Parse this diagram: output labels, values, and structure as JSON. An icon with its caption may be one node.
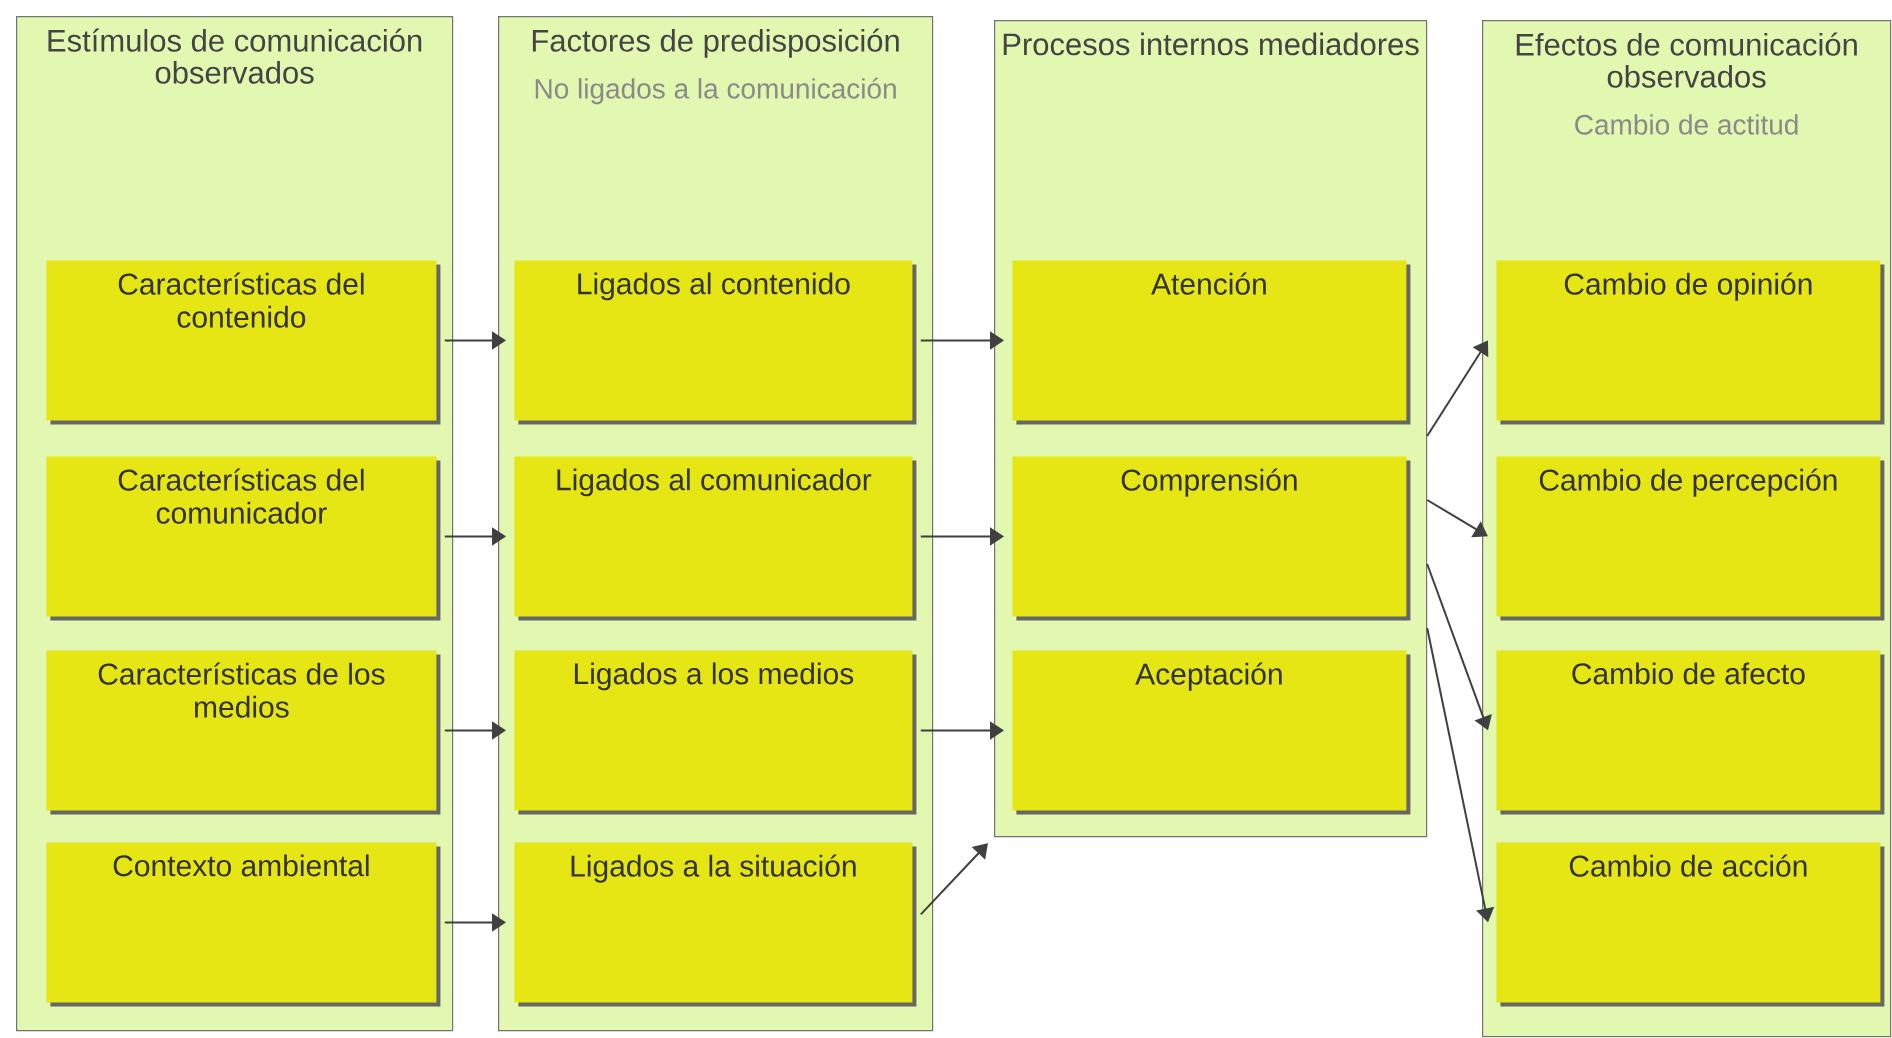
{
  "diagram": {
    "nodes": [
      {
        "text": [
          "Estímulos de comunicación observados"
        ]
      },
      {
        "text": [
          "Características del contenido"
        ],
        "in": 0
      },
      {
        "text": [
          "Características del comunicador"
        ],
        "in": 0
      },
      {
        "text": [
          "Características de los medios"
        ],
        "in": 0
      },
      {
        "text": [
          "Contexto ambiental"
        ],
        "in": 0
      },
      {
        "text": [
          "Factores de predisposición",
          "No ligados a la comunicación"
        ]
      },
      {
        "text": [
          "Ligados al contenido"
        ],
        "in": 5
      },
      {
        "text": [
          "Ligados al comunicador"
        ],
        "in": 5
      },
      {
        "text": [
          "Ligados a los medios"
        ],
        "in": 5
      },
      {
        "text": [
          "Ligados a la situación"
        ],
        "in": 5
      },
      {
        "text": [
          "Procesos internos mediadores"
        ]
      },
      {
        "text": [
          "Atención"
        ],
        "in": 10
      },
      {
        "text": [
          "Comprensión"
        ],
        "in": 10
      },
      {
        "text": [
          "Aceptación"
        ],
        "in": 10
      },
      {
        "text": [
          "Efectos de comunicación observados",
          "Cambio de actitud"
        ]
      },
      {
        "text": [
          "Cambio de opinión"
        ],
        "in": 14
      },
      {
        "text": [
          "Cambio de percepción"
        ],
        "in": 14
      },
      {
        "text": [
          "Cambio de afecto"
        ],
        "in": 14
      },
      {
        "text": [
          "Cambio de acción"
        ],
        "in": 14
      }
    ],
    "edges": [
      {
        "from": 1,
        "to": 6,
        "arrow": "to"
      },
      {
        "from": 2,
        "to": 7,
        "arrow": "to"
      },
      {
        "from": 3,
        "to": 8,
        "arrow": "to"
      },
      {
        "from": 4,
        "to": 9,
        "arrow": "to"
      },
      {
        "from": 6,
        "to": 11,
        "arrow": "to"
      },
      {
        "from": 7,
        "to": 12,
        "arrow": "to"
      },
      {
        "from": 8,
        "to": 13,
        "arrow": "to"
      },
      {
        "from": 9,
        "to": 10,
        "arrow": "to"
      },
      {
        "from": 10,
        "to": 15,
        "arrow": "to"
      },
      {
        "from": 10,
        "to": 16,
        "arrow": "to"
      },
      {
        "from": 10,
        "to": 17,
        "arrow": "to"
      },
      {
        "from": 10,
        "to": 18,
        "arrow": "to"
      }
    ]
  }
}
